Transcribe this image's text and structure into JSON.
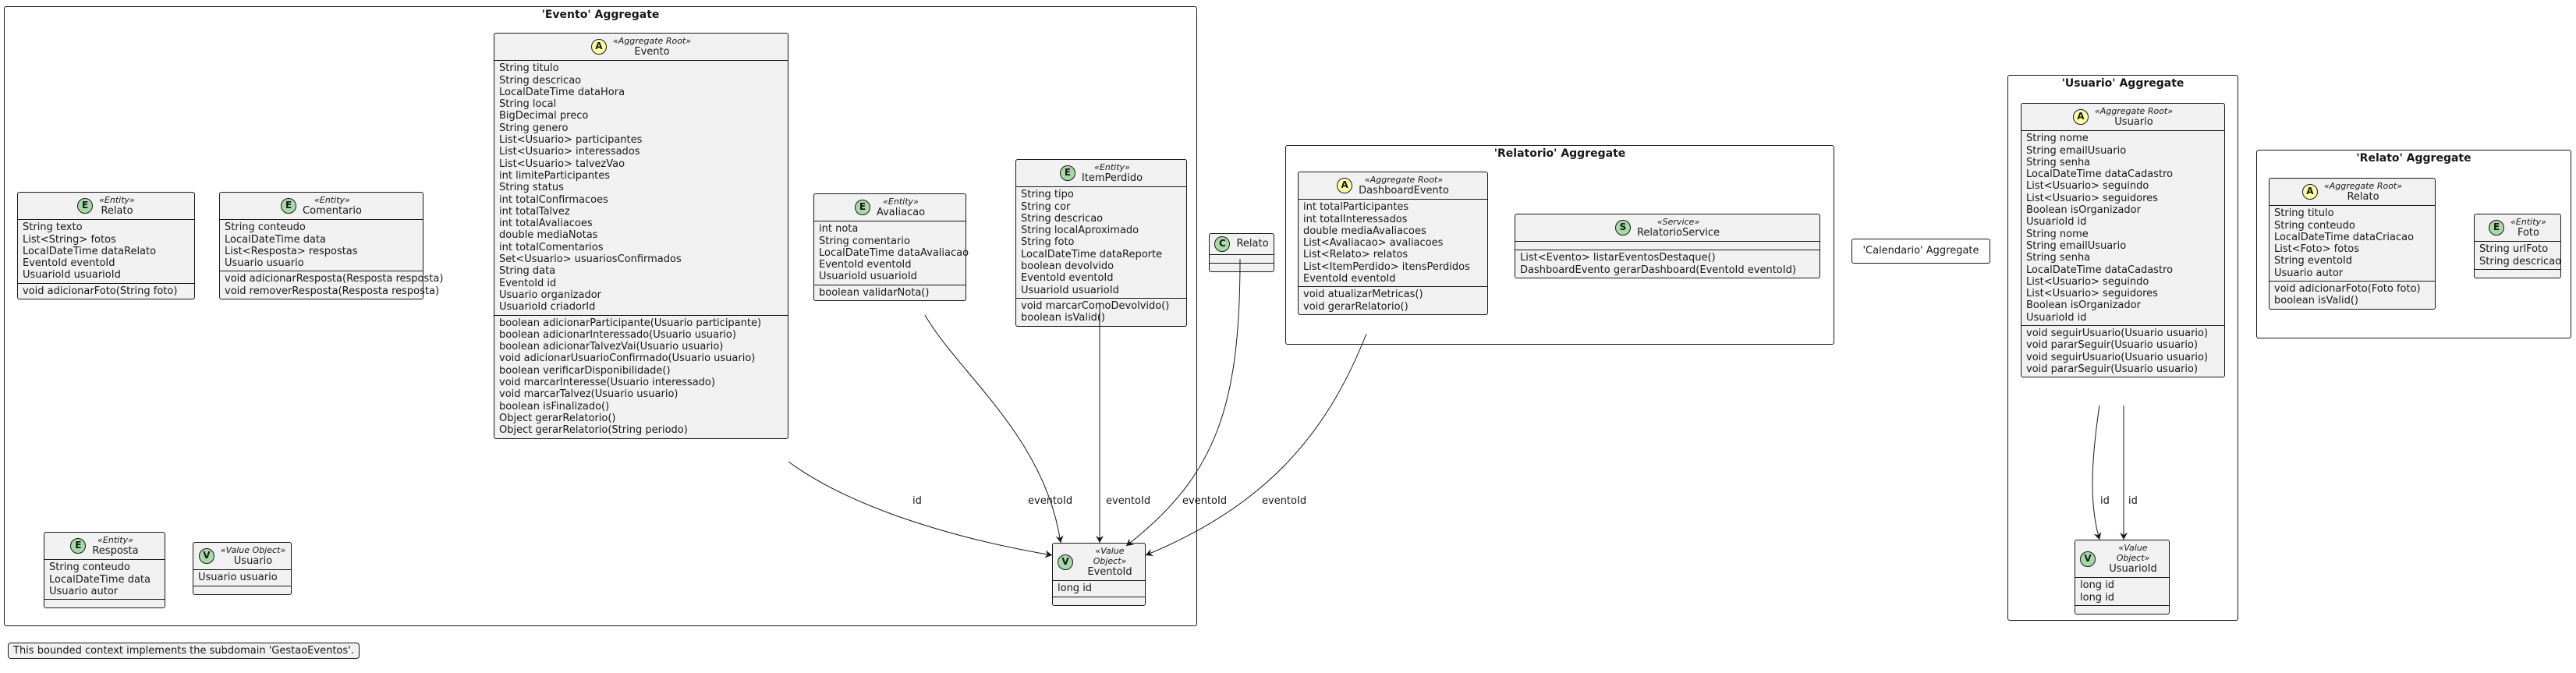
{
  "packages": {
    "evento": "'Evento' Aggregate",
    "relatorio": "'Relatorio' Aggregate",
    "calendario": "'Calendario' Aggregate",
    "usuario": "'Usuario' Aggregate",
    "relato": "'Relato' Aggregate"
  },
  "stereotypes": {
    "aggregate_root": "«Aggregate Root»",
    "entity": "«Entity»",
    "value_object": "«Value Object»",
    "service": "«Service»"
  },
  "classes": {
    "evento_relato": {
      "badge": "E",
      "name": "Relato",
      "attributes": [
        "String texto",
        "List<String> fotos",
        "LocalDateTime dataRelato",
        "EventoId eventoId",
        "UsuarioId usuarioId"
      ],
      "methods": [
        "void adicionarFoto(String foto)"
      ]
    },
    "comentario": {
      "badge": "E",
      "name": "Comentario",
      "attributes": [
        "String conteudo",
        "LocalDateTime data",
        "List<Resposta> respostas",
        "Usuario usuario"
      ],
      "methods": [
        "void adicionarResposta(Resposta resposta)",
        "void removerResposta(Resposta resposta)"
      ]
    },
    "evento": {
      "badge": "A",
      "name": "Evento",
      "attributes": [
        "String titulo",
        "String descricao",
        "LocalDateTime dataHora",
        "String local",
        "BigDecimal preco",
        "String genero",
        "List<Usuario> participantes",
        "List<Usuario> interessados",
        "List<Usuario> talvezVao",
        "int limiteParticipantes",
        "String status",
        "int totalConfirmacoes",
        "int totalTalvez",
        "int totalAvaliacoes",
        "double mediaNotas",
        "int totalComentarios",
        "Set<Usuario> usuariosConfirmados",
        "String data",
        "EventoId id",
        "Usuario organizador",
        "UsuarioId criadorId"
      ],
      "methods": [
        "boolean adicionarParticipante(Usuario participante)",
        "boolean adicionarInteressado(Usuario usuario)",
        "boolean adicionarTalvezVai(Usuario usuario)",
        "void adicionarUsuarioConfirmado(Usuario usuario)",
        "boolean verificarDisponibilidade()",
        "void marcarInteresse(Usuario interessado)",
        "void marcarTalvez(Usuario usuario)",
        "boolean isFinalizado()",
        "Object gerarRelatorio()",
        "Object gerarRelatorio(String periodo)"
      ]
    },
    "avaliacao": {
      "badge": "E",
      "name": "Avaliacao",
      "attributes": [
        "int nota",
        "String comentario",
        "LocalDateTime dataAvaliacao",
        "EventoId eventoId",
        "UsuarioId usuarioId"
      ],
      "methods": [
        "boolean validarNota()"
      ]
    },
    "item_perdido": {
      "badge": "E",
      "name": "ItemPerdido",
      "attributes": [
        "String tipo",
        "String cor",
        "String descricao",
        "String localAproximado",
        "String foto",
        "LocalDateTime dataReporte",
        "boolean devolvido",
        "EventoId eventoId",
        "UsuarioId usuarioId"
      ],
      "methods": [
        "void marcarComoDevolvido()",
        "boolean isValid()"
      ]
    },
    "resposta": {
      "badge": "E",
      "name": "Resposta",
      "attributes": [
        "String conteudo",
        "LocalDateTime data",
        "Usuario autor"
      ],
      "methods": []
    },
    "usuario_vo": {
      "badge": "V",
      "name": "Usuario",
      "attributes": [
        "Usuario usuario"
      ],
      "methods": []
    },
    "evento_id": {
      "badge": "V",
      "name": "EventoId",
      "attributes": [
        "long id"
      ],
      "methods": []
    },
    "relato_free": {
      "badge": "C",
      "name": "Relato",
      "attributes": [],
      "methods": []
    },
    "dashboard_evento": {
      "badge": "A",
      "name": "DashboardEvento",
      "attributes": [
        "int totalParticipantes",
        "int totalInteressados",
        "double mediaAvaliacoes",
        "List<Avaliacao> avaliacoes",
        "List<Relato> relatos",
        "List<ItemPerdido> itensPerdidos",
        "EventoId eventoId"
      ],
      "methods": [
        "void atualizarMetricas()",
        "void gerarRelatorio()"
      ]
    },
    "relatorio_service": {
      "badge": "S",
      "name": "RelatorioService",
      "attributes": [],
      "methods": [
        "List<Evento> listarEventosDestaque()",
        "DashboardEvento gerarDashboard(EventoId eventoId)"
      ]
    },
    "usuario": {
      "badge": "A",
      "name": "Usuario",
      "attributes": [
        "String nome",
        "String emailUsuario",
        "String senha",
        "LocalDateTime dataCadastro",
        "List<Usuario> seguindo",
        "List<Usuario> seguidores",
        "Boolean isOrganizador",
        "UsuarioId id",
        "String nome",
        "String emailUsuario",
        "String senha",
        "LocalDateTime dataCadastro",
        "List<Usuario> seguindo",
        "List<Usuario> seguidores",
        "Boolean isOrganizador",
        "UsuarioId id"
      ],
      "methods": [
        "void seguirUsuario(Usuario usuario)",
        "void pararSeguir(Usuario usuario)",
        "void seguirUsuario(Usuario usuario)",
        "void pararSeguir(Usuario usuario)"
      ]
    },
    "usuario_id": {
      "badge": "V",
      "name": "UsuarioId",
      "attributes": [
        "long id",
        "long id"
      ],
      "methods": []
    },
    "relato_agg": {
      "badge": "A",
      "name": "Relato",
      "attributes": [
        "String titulo",
        "String conteudo",
        "LocalDateTime dataCriacao",
        "List<Foto> fotos",
        "String eventoId",
        "Usuario autor"
      ],
      "methods": [
        "void adicionarFoto(Foto foto)",
        "boolean isValid()"
      ]
    },
    "foto": {
      "badge": "E",
      "name": "Foto",
      "attributes": [
        "String urlFoto",
        "String descricao"
      ],
      "methods": []
    }
  },
  "edges": [
    {
      "from": "evento",
      "to": "evento_id",
      "label": "id"
    },
    {
      "from": "avaliacao",
      "to": "evento_id",
      "label": "eventoId"
    },
    {
      "from": "item_perdido",
      "to": "evento_id",
      "label": "eventoId"
    },
    {
      "from": "relato_free",
      "to": "evento_id",
      "label": "eventoId"
    },
    {
      "from": "dashboard_evento",
      "to": "evento_id",
      "label": "eventoId"
    },
    {
      "from": "usuario",
      "to": "usuario_id",
      "label": "id"
    },
    {
      "from": "usuario",
      "to": "usuario_id",
      "label": "id"
    }
  ],
  "note": "This bounded context implements the subdomain 'GestaoEventos'."
}
